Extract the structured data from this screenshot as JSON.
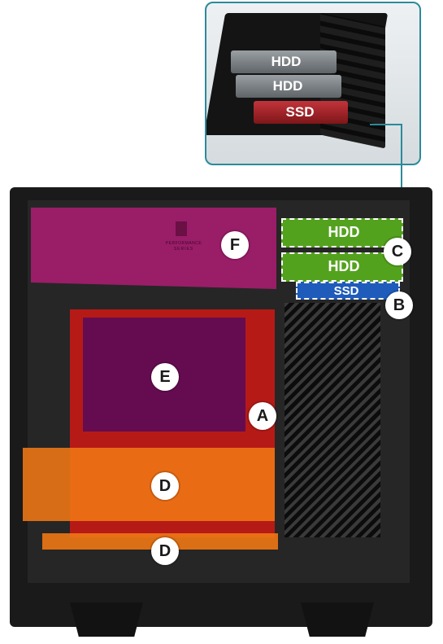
{
  "inset": {
    "drives": [
      {
        "label": "HDD"
      },
      {
        "label": "HDD"
      },
      {
        "label": "SSD"
      }
    ]
  },
  "bays": {
    "hdd_top": "HDD",
    "hdd_bottom": "HDD",
    "ssd": "SSD"
  },
  "fan_logo": {
    "text1": "PERFORMANCE",
    "text2": "SERIES"
  },
  "badges": {
    "A": "A",
    "B": "B",
    "C": "C",
    "D": "D",
    "D2": "D",
    "E": "E",
    "F": "F"
  },
  "colors": {
    "zone_f": "#b41c78",
    "zone_a": "#d71914",
    "zone_e": "#5a0a5a",
    "zone_d": "#f07814",
    "hdd_bay": "#5ab41e",
    "ssd_bay": "#1e5fc8",
    "connector": "#2b8a9b"
  }
}
